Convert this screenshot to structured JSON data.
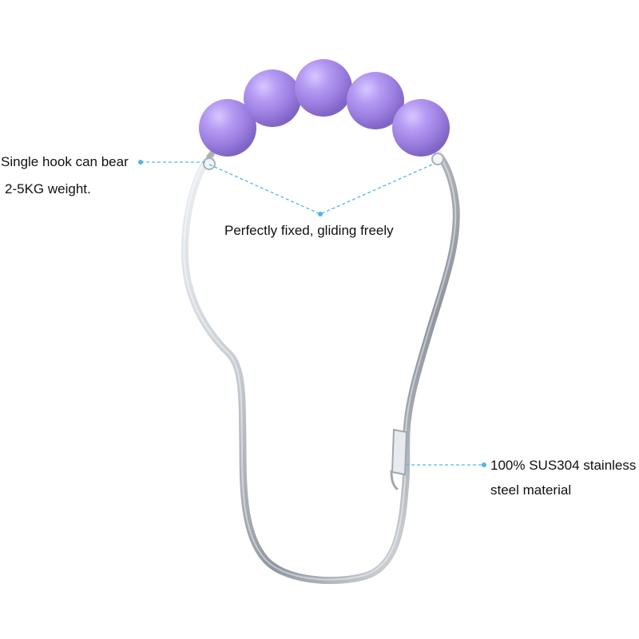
{
  "annotations": {
    "weight_line1": "Single hook can bear",
    "weight_line2": "2-5KG weight.",
    "fixed": "Perfectly fixed, gliding freely",
    "material_line1": "100% SUS304 stainless",
    "material_line2": "steel material"
  },
  "colors": {
    "background": "#ffffff",
    "bead": "#9b7ee0",
    "steel": "#c8cbd0",
    "leader": "#4fb7e6",
    "text": "#111111"
  },
  "icons": {
    "product": "shower-curtain-hook-icon",
    "bead": "purple-bead-icon"
  }
}
